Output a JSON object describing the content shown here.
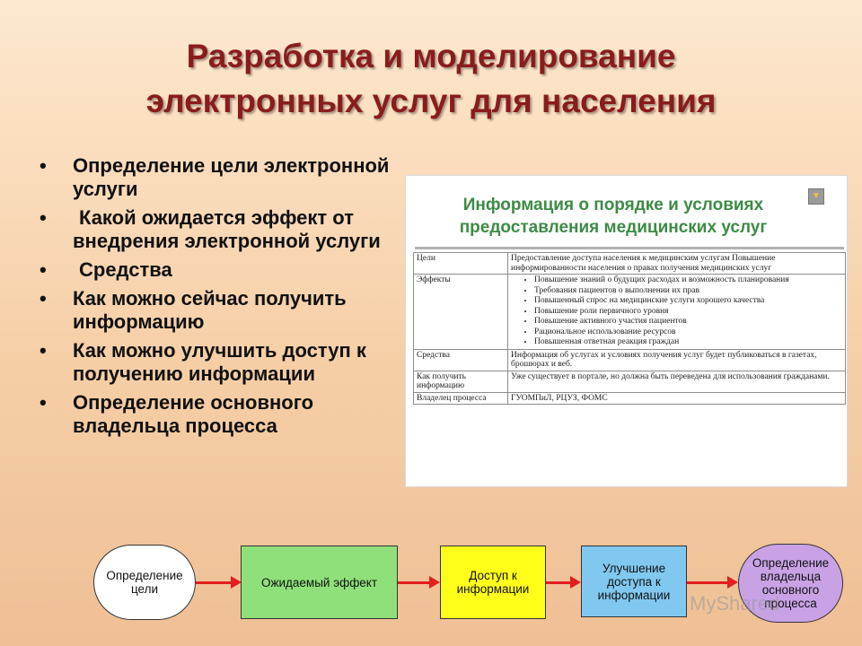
{
  "slide": {
    "title_line1": "Разработка и моделирование",
    "title_line2": "электронных услуг для населения"
  },
  "bullets": [
    "Определение цели электронной услуги",
    "Какой ожидается эффект от внедрения электронной услуги",
    "Средства",
    "Как можно сейчас получить информацию",
    "Как можно улучшить доступ к получению информации",
    "Определение основного владельца процесса"
  ],
  "panel": {
    "title": "Информация о порядке и условиях предоставления медицинских услуг",
    "rows": [
      {
        "label": "Цели",
        "text": "Предоставление доступа населения к медицинским услугам Повышение информированности населения о правах получения медицинских услуг"
      },
      {
        "label": "Эффекты",
        "items": [
          "Повышение знаний о будущих расходах и возможность планирования",
          "Требования пациентов о выполнении их прав",
          "Повышенный спрос на медицинские услуги хорошего качества",
          "Повышение роли первичного уровня",
          "Повышение активного участия пациентов",
          "Рациональное использование ресурсов",
          "Повышенная ответная реакция граждан"
        ]
      },
      {
        "label": "Средства",
        "text": "Информация об услугах и условиях получения услуг будет публиковаться в газетах, брошюрах и веб."
      },
      {
        "label": "Как получить информацию",
        "text": "Уже существует в портале, но должна быть переведена для использования гражданами."
      },
      {
        "label": "Владелец процесса",
        "text": "ГУОМПиЛ, РЦУЗ, ФОМС"
      }
    ]
  },
  "flow": {
    "nodes": [
      {
        "label": "Определение цели",
        "color": "#ffffff"
      },
      {
        "label": "Ожидаемый эффект",
        "color": "#8fe07a"
      },
      {
        "label": "Доступ к информации",
        "color": "#ffff1a"
      },
      {
        "label": "Улучшение доступа к информации",
        "color": "#80c8f0"
      },
      {
        "label": "Определение владельца основного процесса",
        "color": "#c9a2e6"
      }
    ],
    "arrow_color": "#e31e1e"
  },
  "watermark": "MyShared"
}
